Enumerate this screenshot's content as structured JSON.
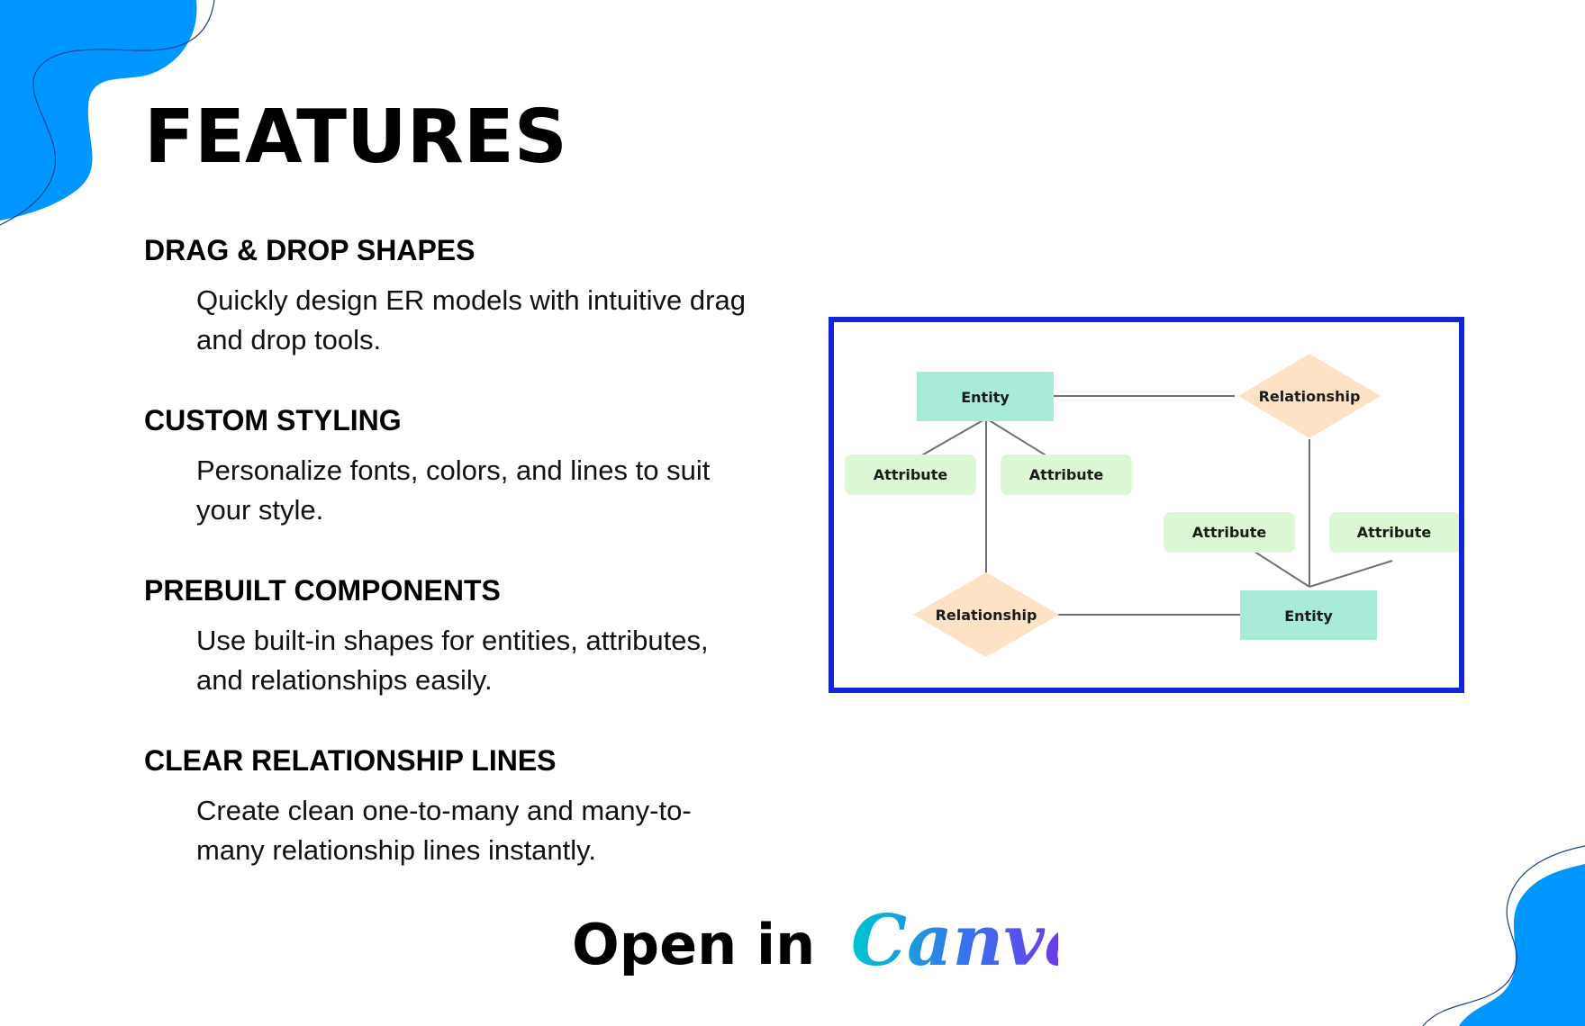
{
  "page": {
    "title": "FEATURES"
  },
  "features": [
    {
      "heading": "DRAG & DROP SHAPES",
      "description": "Quickly design ER models with intuitive drag and drop tools."
    },
    {
      "heading": "CUSTOM STYLING",
      "description": "Personalize fonts, colors, and lines to suit your style."
    },
    {
      "heading": "PREBUILT COMPONENTS",
      "description": "Use built-in shapes for entities, attributes, and relationships easily."
    },
    {
      "heading": "CLEAR RELATIONSHIP LINES",
      "description": "Create clean one-to-many and many-to-many relationship lines instantly."
    }
  ],
  "diagram": {
    "nodes": {
      "entity_top": "Entity",
      "entity_bottom": "Entity",
      "relationship_top": "Relationship",
      "relationship_bottom": "Relationship",
      "attribute_1": "Attribute",
      "attribute_2": "Attribute",
      "attribute_3": "Attribute",
      "attribute_4": "Attribute"
    },
    "colors": {
      "frame_border": "#1224d6",
      "entity_fill": "#a9ebd9",
      "relationship_fill": "#fde2c6",
      "attribute_fill": "#dcf7d4",
      "connector": "#707070"
    }
  },
  "cta": {
    "prefix": "Open in ",
    "brand": "Canva",
    "brand_gradient": [
      "#00c4cc",
      "#3b6ff0",
      "#7d2ae8"
    ]
  },
  "decor": {
    "blob_color": "#0096ff",
    "blob_outline": "#1b3f8a",
    "icons": [
      "wave-blob-top-left",
      "wave-blob-bottom-right"
    ]
  }
}
